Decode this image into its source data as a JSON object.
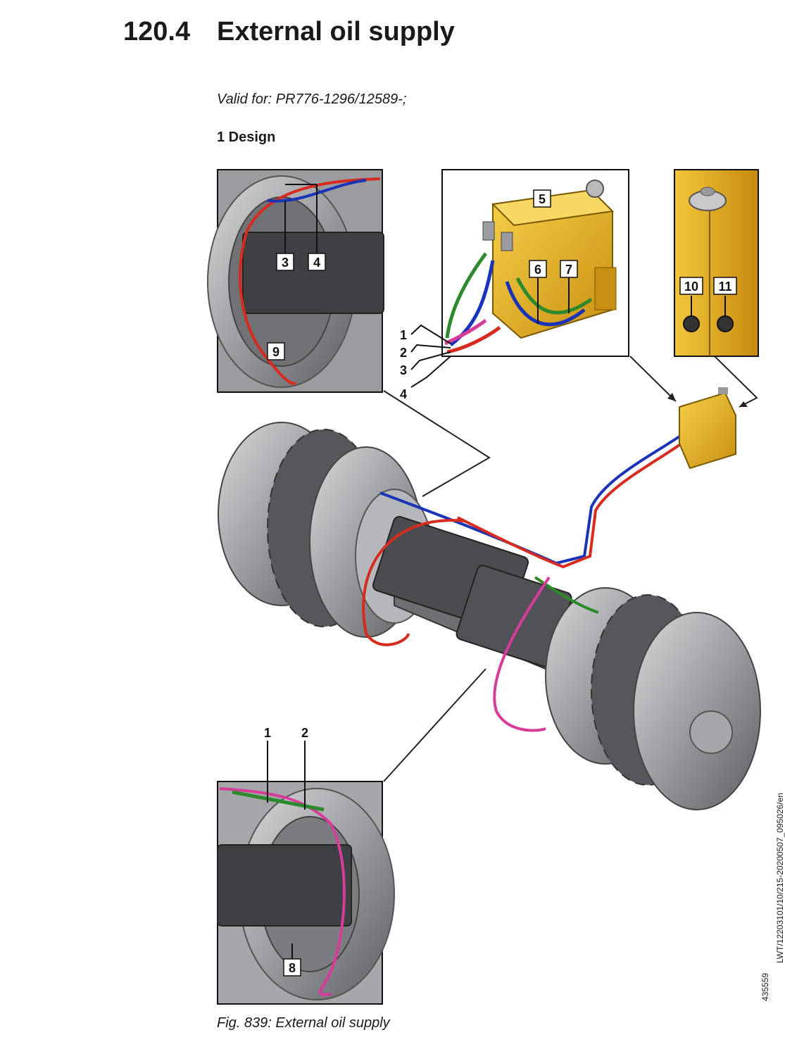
{
  "section": {
    "number": "120.4",
    "title": "External oil supply"
  },
  "valid_for": "Valid for: PR776-1296/12589-;",
  "subsection": "1 Design",
  "figure": {
    "caption": "Fig. 839: External oil supply",
    "image_id": "435559",
    "doc_ref": "LWT/12203101/10/215-20200507_095026/en",
    "callouts": {
      "c1": "1",
      "c2": "2",
      "c3": "3",
      "c4": "4",
      "c5": "5",
      "c6": "6",
      "c7": "7",
      "c8": "8",
      "c9": "9",
      "c10": "10",
      "c11": "11"
    }
  },
  "colors": {
    "hose_red": "#d62b1e",
    "hose_blue": "#1a34b8",
    "hose_green": "#2c8a2c",
    "hose_pink": "#d83c9a",
    "tank_yellow": "#e8b21c",
    "metal_grey": "#8e9094"
  }
}
